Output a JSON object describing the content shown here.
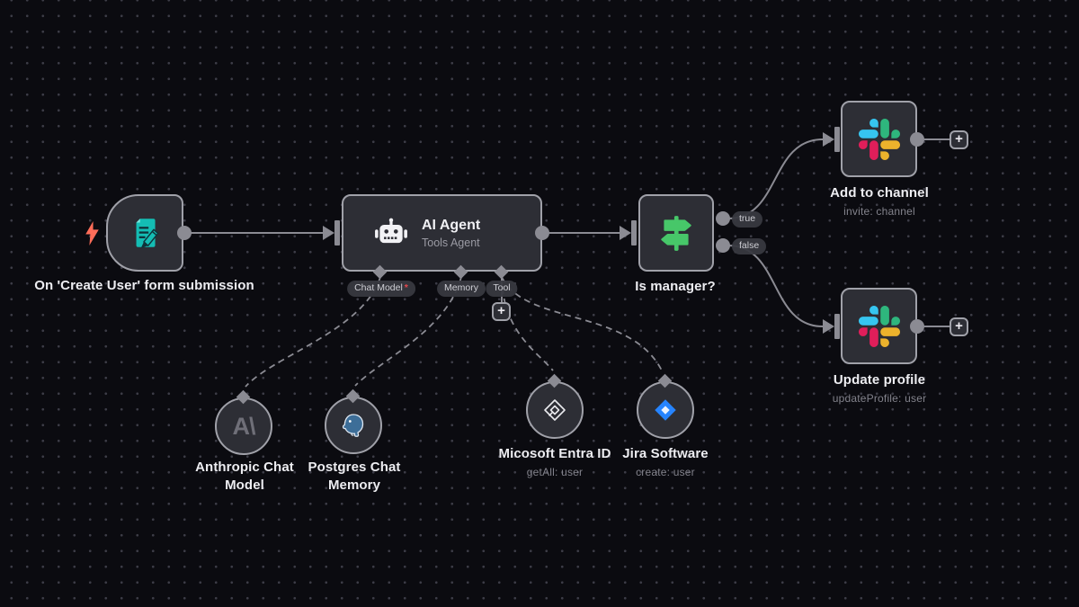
{
  "canvas": {
    "bg_color": "#0b0b10",
    "dot_color": "#3d3d47",
    "connector_color": "#8b8b93",
    "node_bg": "#2d2e35",
    "node_border": "#a0a1a9"
  },
  "colors": {
    "form_icon_teal": "#14bdb4",
    "trigger_bolt_orange": "#ff6d59",
    "switch_icon_green": "#47c769",
    "required_red": "#e5484d",
    "jira_blue": "#2684FF",
    "postgres_blue": "#3d6e98",
    "slack": [
      "#36C5F0",
      "#2EB67D",
      "#E01E5A",
      "#ECB22C"
    ]
  },
  "nodes": {
    "form_trigger": {
      "label": "On 'Create User' form submission"
    },
    "ai_agent": {
      "title": "AI Agent",
      "subtitle": "Tools Agent",
      "ports": [
        {
          "label": "Chat Model",
          "required": "*"
        },
        {
          "label": "Memory",
          "required": ""
        },
        {
          "label": "Tool",
          "required": ""
        }
      ]
    },
    "is_manager": {
      "label": "Is manager?",
      "output_true": "true",
      "output_false": "false"
    },
    "add_to_channel": {
      "label": "Add to channel",
      "subtitle": "invite: channel"
    },
    "update_profile": {
      "label": "Update profile",
      "subtitle": "updateProfile: user"
    },
    "anthropic": {
      "label": "Anthropic Chat Model",
      "logo_text": "A\\"
    },
    "postgres": {
      "label": "Postgres Chat Memory"
    },
    "entra": {
      "label": "Micosoft Entra ID",
      "subtitle": "getAll: user"
    },
    "jira": {
      "label": "Jira Software",
      "subtitle": "create: user"
    }
  },
  "ui": {
    "plus_glyph": "+"
  }
}
